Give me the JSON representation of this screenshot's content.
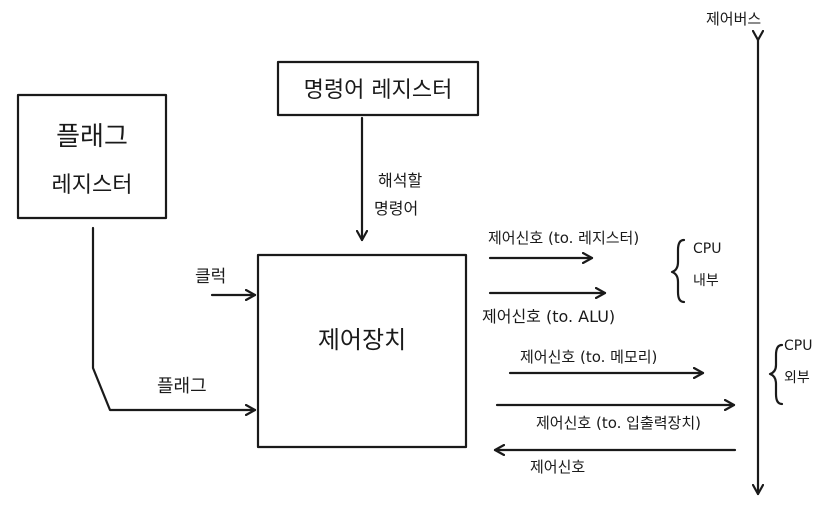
{
  "boxes": {
    "flag_register": {
      "line1": "플래그",
      "line2": "레지스터"
    },
    "instruction_register": {
      "label": "명령어 레지스터"
    },
    "control_unit": {
      "label": "제어장치"
    }
  },
  "inputs": {
    "decoded": {
      "line1": "해석할",
      "line2": "명령어"
    },
    "clock": {
      "label": "클럭"
    },
    "flag": {
      "label": "플래그"
    }
  },
  "outputs": {
    "to_register": {
      "label": "제어신호 (to. 레지스터)"
    },
    "to_alu": {
      "label": "제어신호 (to. ALU)"
    },
    "to_memory": {
      "label": "제어신호 (to. 메모리)"
    },
    "to_io": {
      "label": "제어신호 (to. 입출력장치)"
    },
    "incoming": {
      "label": "제어신호"
    }
  },
  "groups": {
    "cpu_internal": {
      "line1": "CPU",
      "line2": "내부"
    },
    "cpu_external": {
      "line1": "CPU",
      "line2": "외부"
    }
  },
  "control_bus": {
    "label": "제어버스"
  }
}
